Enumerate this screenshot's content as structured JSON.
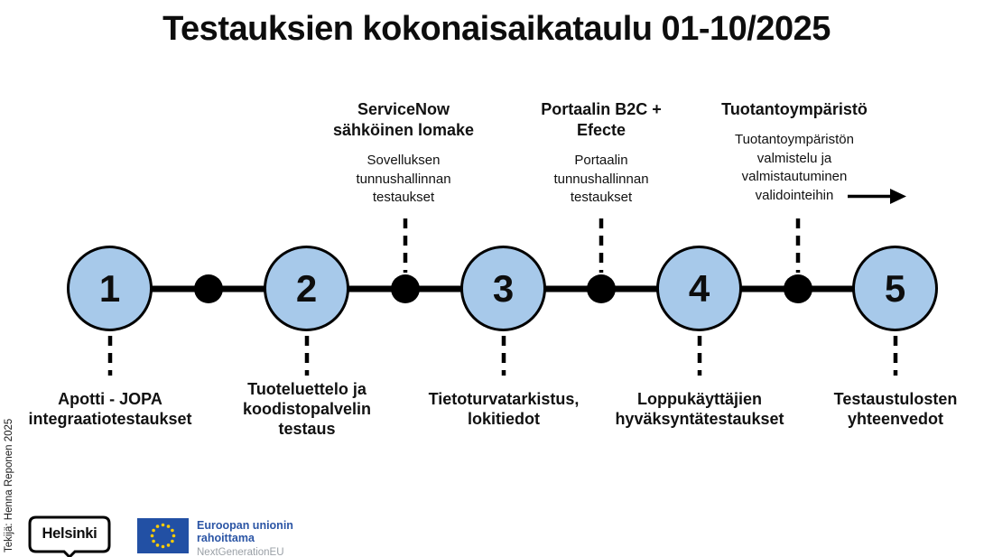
{
  "title": "Testauksien kokonaisaikataulu 01-10/2025",
  "milestones_above": [
    {
      "heading": "ServiceNow\nsähköinen lomake",
      "detail": "Sovelluksen\ntunnushallinnan\ntestaukset"
    },
    {
      "heading": "Portaalin B2C +\nEfecte",
      "detail": "Portaalin\ntunnushallinnan\ntestaukset"
    },
    {
      "heading": "Tuotantoympäristö",
      "detail": "Tuotantoympäristön\nvalmistelu ja\nvalmistautuminen\nvalidointeihin"
    }
  ],
  "steps": [
    {
      "number": "1",
      "label": "Apotti - JOPA\nintegraatiotestaukset"
    },
    {
      "number": "2",
      "label": "Tuoteluettelo ja\nkoodistopalvelin\ntestaus"
    },
    {
      "number": "3",
      "label": "Tietoturvatarkistus,\nlokitiedot"
    },
    {
      "number": "4",
      "label": "Loppukäyttäjien\nhyväksyntätestaukset"
    },
    {
      "number": "5",
      "label": "Testaustulosten\nyhteenvedot"
    }
  ],
  "footer": {
    "helsinki_logo_text": "Helsinki",
    "eu_funding_text": "Euroopan unionin\nrahoittama",
    "eu_program_text": "NextGenerationEU"
  },
  "credit": "Tekijä: Henna Reponen 2025",
  "colors": {
    "circle_fill": "#a7c9ea",
    "outline_black": "#000000",
    "eu_flag_blue": "#2250a4",
    "eu_star_yellow": "#ffcc00",
    "eu_text_blue": "#2b55a5",
    "eu_program_gray": "#9aa0a6"
  }
}
